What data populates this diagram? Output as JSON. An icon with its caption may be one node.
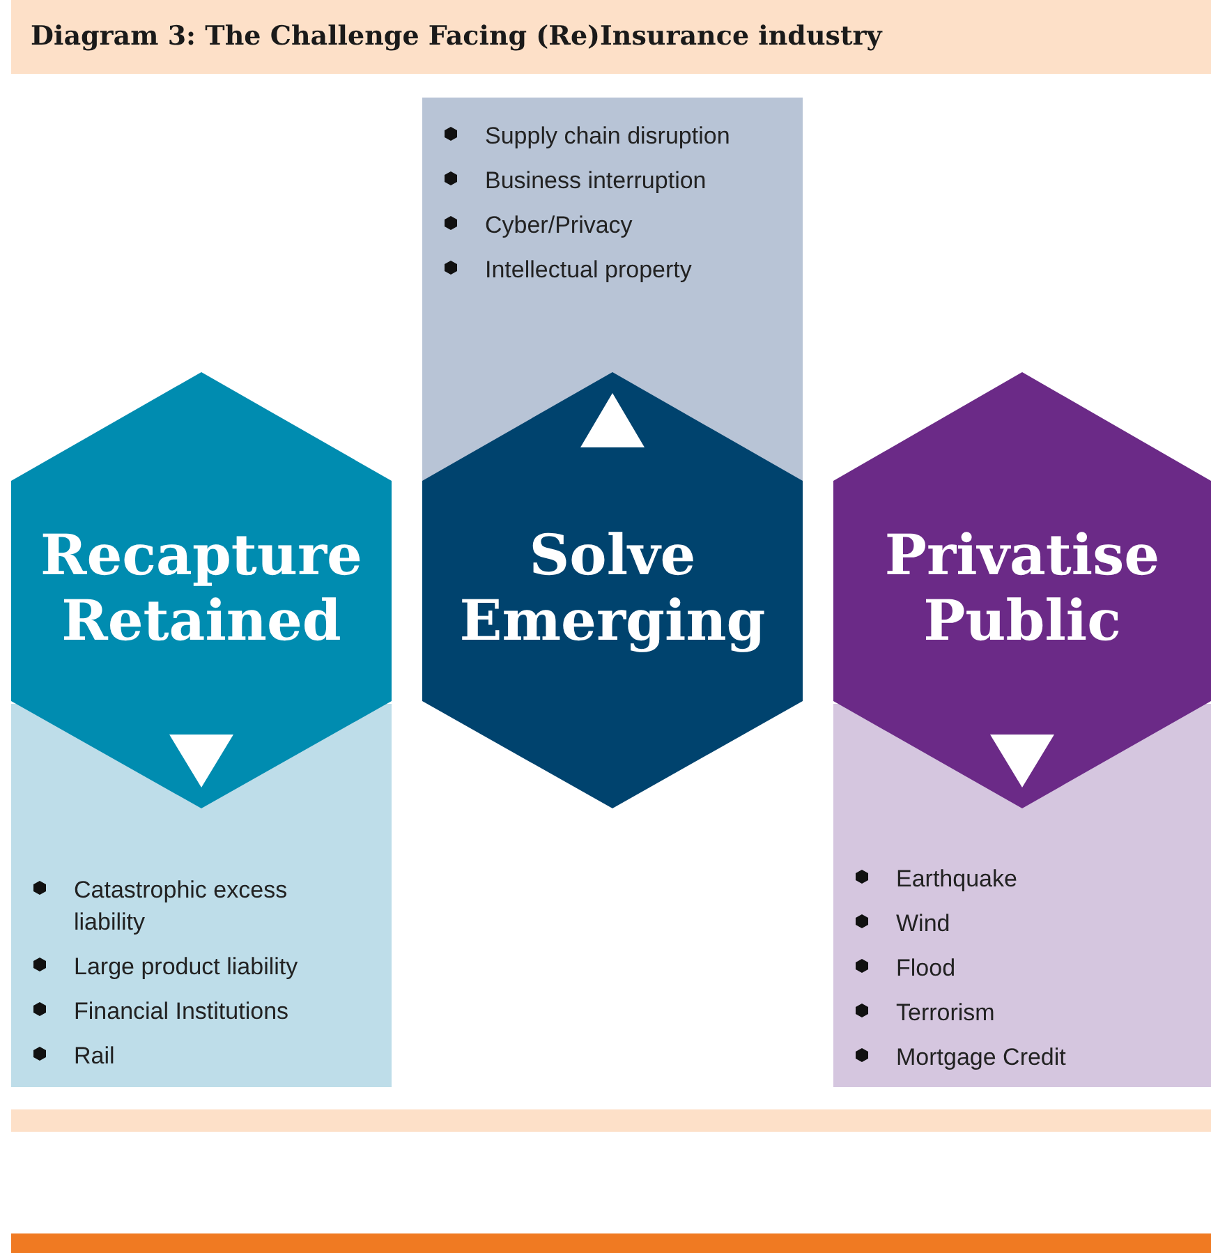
{
  "diagram": {
    "title": "Diagram 3: The Challenge Facing (Re)Insurance industry",
    "nodes": [
      {
        "text": [
          "Supply chain disruption",
          "Business interruption",
          "Cyber/Privacy",
          "Intellectual property"
        ]
      },
      {
        "text": [
          "Recapture Retained"
        ]
      },
      {
        "text": [
          "Solve Emerging"
        ]
      },
      {
        "text": [
          "Privatise Public"
        ]
      },
      {
        "text": [
          "Catastrophic excess liability",
          "Large product liability",
          "Financial Institutions",
          "Rail"
        ]
      },
      {
        "text": [
          "Earthquake",
          "Wind",
          "Flood",
          "Terrorism",
          "Mortgage Credit"
        ]
      }
    ]
  }
}
